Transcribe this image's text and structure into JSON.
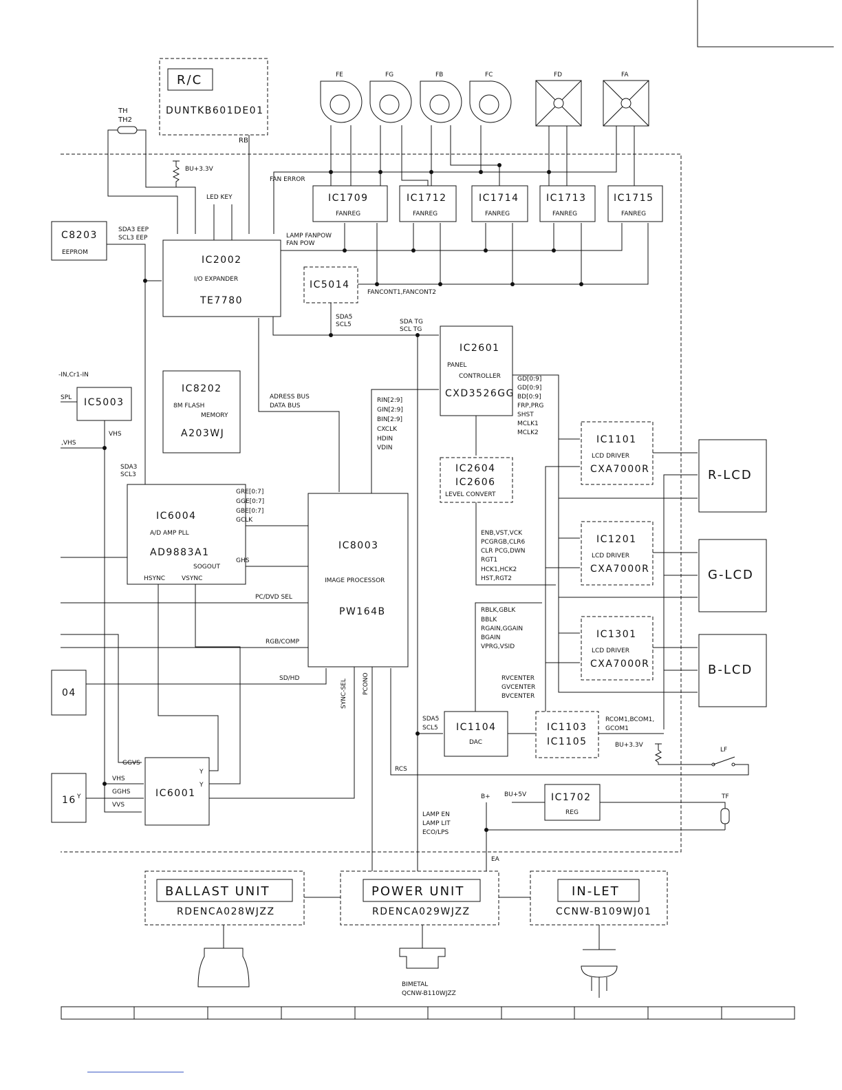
{
  "rc": {
    "label": "R/C",
    "part": "DUNTKB601DE01",
    "rb": "RB"
  },
  "th": {
    "l1": "TH",
    "l2": "TH2"
  },
  "bu33": "BU+3.3V",
  "fan_error": "FAN ERROR",
  "led_key": "LED KEY",
  "fans": [
    "FE",
    "FG",
    "FB",
    "FC",
    "FD",
    "FA"
  ],
  "fanreg": [
    {
      "name": "IC1709",
      "sub": "FANREG"
    },
    {
      "name": "IC1712",
      "sub": "FANREG"
    },
    {
      "name": "IC1714",
      "sub": "FANREG"
    },
    {
      "name": "IC1713",
      "sub": "FANREG"
    },
    {
      "name": "IC1715",
      "sub": "FANREG"
    }
  ],
  "ic8203": {
    "name": "C8203",
    "sub": "EEPROM",
    "sig1": "SDA3 EEP",
    "sig2": "SCL3 EEP"
  },
  "ic2002": {
    "name": "IC2002",
    "sub": "I/O EXPANDER",
    "part": "TE7780",
    "sig1": "LAMP FANPOW",
    "sig2": "FAN POW"
  },
  "ic5014": {
    "name": "IC5014",
    "sig": "FANCONT1,FANCONT2",
    "sda": "SDA5",
    "scl": "SCL5"
  },
  "sdatg": "SDA TG",
  "scltg": "SCL TG",
  "ic2601": {
    "name": "IC2601",
    "sub1": "PANEL",
    "sub2": "CONTROLLER",
    "part": "CXD3526GG",
    "outs": [
      "GD[0:9]",
      "GD[0:9]",
      "BD[0:9]",
      "FRP,PRG",
      "SHST",
      "MCLK1",
      "MCLK2"
    ]
  },
  "left_in1": "-IN,Cr1-IN",
  "ic5003": {
    "name": "IC5003",
    "spl": "SPL",
    "vhs": "VHS"
  },
  "vhs_in": ",VHS",
  "ic8202": {
    "name": "IC8202",
    "sub1": "8M FLASH",
    "sub2": "MEMORY",
    "part": "A203WJ"
  },
  "bus": {
    "l1": "ADRESS BUS",
    "l2": "DATA BUS"
  },
  "rgbin": [
    "RIN[2:9]",
    "GIN[2:9]",
    "BIN[2:9]",
    "CXCLK",
    "HDIN",
    "VDIN"
  ],
  "ic2604": {
    "n1": "IC2604",
    "n2": "IC2606",
    "sub": "LEVEL CONVERT"
  },
  "lcd_driver": [
    {
      "name": "IC1101",
      "sub": "LCD DRIVER",
      "part": "CXA7000R"
    },
    {
      "name": "IC1201",
      "sub": "LCD DRIVER",
      "part": "CXA7000R"
    },
    {
      "name": "IC1301",
      "sub": "LCD DRIVER",
      "part": "CXA7000R"
    }
  ],
  "lcd": [
    "R-LCD",
    "G-LCD",
    "B-LCD"
  ],
  "sda3": "SDA3",
  "scl3": "SCL3",
  "ic6004": {
    "name": "IC6004",
    "sub": "A/D AMP PLL",
    "part": "AD9883A1",
    "sogout": "SOGOUT",
    "hsync": "HSYNC",
    "vsync": "VSYNC"
  },
  "ad_out": [
    "GRE[0:7]",
    "GGE[0:7]",
    "GBE[0:7]",
    "GCLK"
  ],
  "ghs": "GHS",
  "ic8003": {
    "name": "IC8003",
    "sub": "IMAGE PROCESSOR",
    "part": "PW164B"
  },
  "pcdvd": "PC/DVD SEL",
  "rgbcomp": "RGB/COMP",
  "sdhd": "SD/HD",
  "box04": "04",
  "box16": "16",
  "sync_sel": "SYNC-SEL",
  "pcono": "PCONO",
  "lc_sig": [
    "ENB,VST,VCK",
    "PCGRGB,CLR6",
    "CLR PCG,DWN",
    "RGT1",
    "HCK1,HCK2",
    "HST,RGT2"
  ],
  "dac_sig": [
    "RBLK,GBLK",
    "BBLK",
    "RGAIN,GGAIN",
    "BGAIN",
    "VPRG,VSID"
  ],
  "center": [
    "RVCENTER",
    "GVCENTER",
    "BVCENTER"
  ],
  "ic1104": {
    "name": "IC1104",
    "sub": "DAC",
    "sda": "SDA5",
    "scl": "SCL5"
  },
  "ic1103": {
    "n1": "IC1103",
    "n2": "IC1105"
  },
  "rcom": {
    "l1": "RCOM1,BCOM1,",
    "l2": "GCOM1"
  },
  "bu33b": "BU+3.3V",
  "lf": "LF",
  "rcs": "RCS",
  "ic6001": {
    "name": "IC6001",
    "y1": "Y",
    "y2": "Y"
  },
  "ic6001_in": [
    "GGVS",
    "VHS",
    "GGHS",
    "VVS"
  ],
  "y16": "Y",
  "ic1702": {
    "name": "IC1702",
    "sub": "REG"
  },
  "bplus": "B+",
  "bu5": "BU+5V",
  "tf": "TF",
  "lamp": [
    "LAMP EN",
    "LAMP LIT",
    "ECO/LPS"
  ],
  "ea": "EA",
  "units": [
    {
      "name": "BALLAST UNIT",
      "part": "RDENCA028WJZZ"
    },
    {
      "name": "POWER UNIT",
      "part": "RDENCA029WJZZ"
    },
    {
      "name": "IN-LET",
      "part": "CCNW-B109WJ01"
    }
  ],
  "bimetal": {
    "l1": "BIMETAL",
    "l2": "QCNW-B110WJZZ"
  }
}
